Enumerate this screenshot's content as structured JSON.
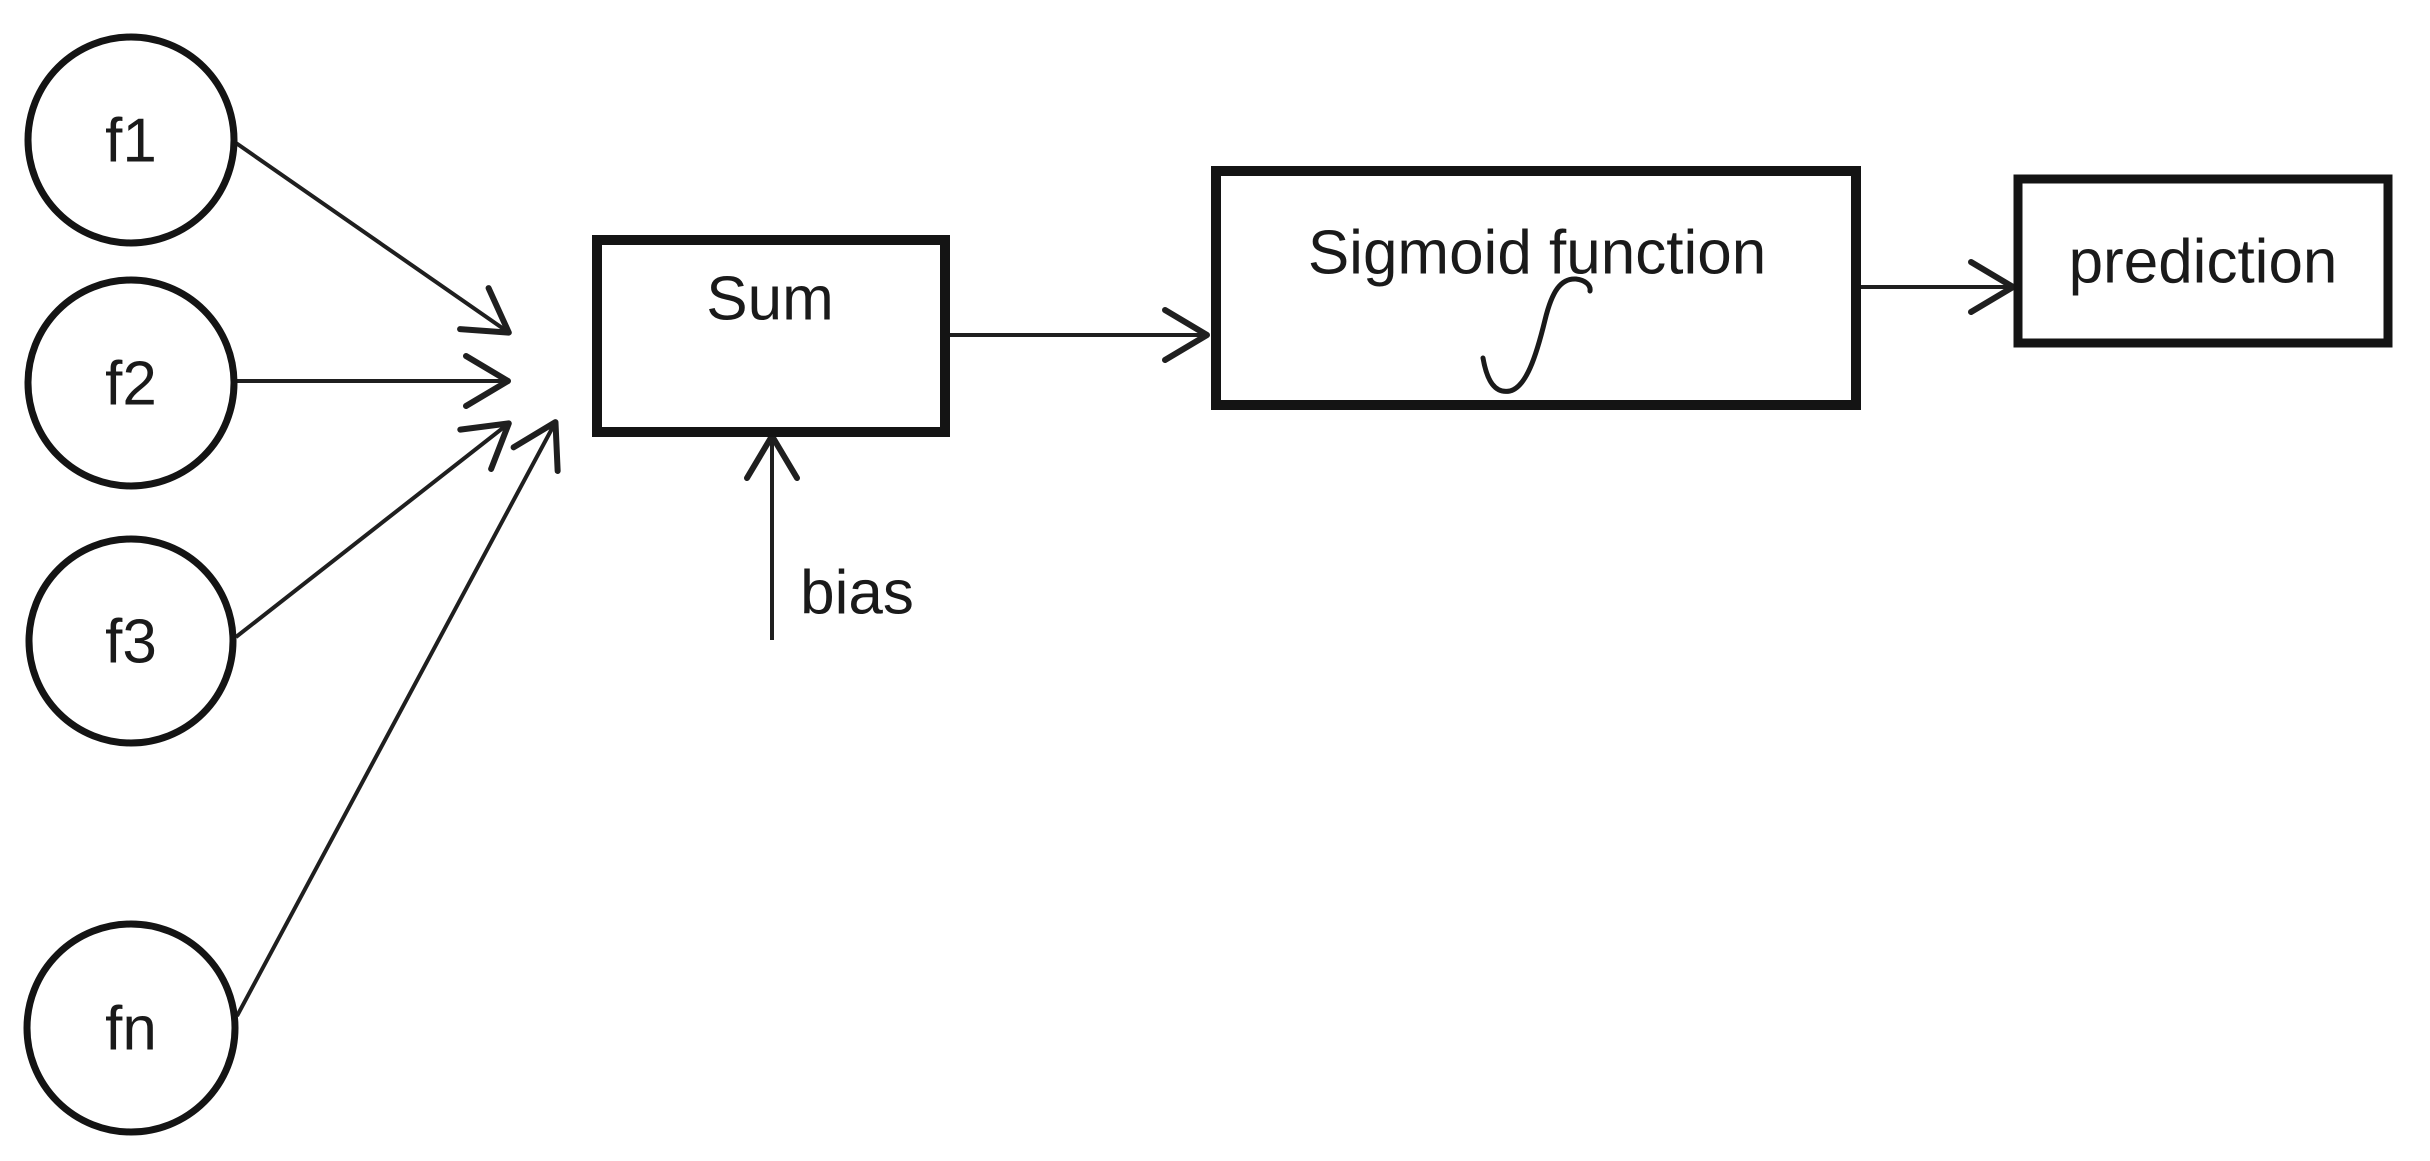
{
  "colors": {
    "ink": "#1a1a1a",
    "background": "#ffffff"
  },
  "nodes": {
    "inputs": [
      {
        "label": "f1"
      },
      {
        "label": "f2"
      },
      {
        "label": "f3"
      },
      {
        "label": "fn"
      }
    ],
    "sum": {
      "label": "Sum"
    },
    "bias": {
      "label": "bias"
    },
    "sigmoid": {
      "label": "Sigmoid function",
      "icon": "sigmoid-curve-icon"
    },
    "prediction": {
      "label": "prediction"
    }
  }
}
